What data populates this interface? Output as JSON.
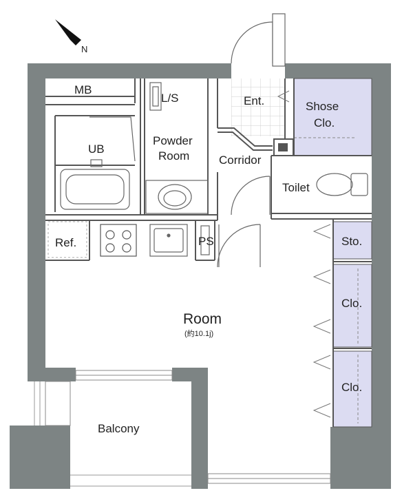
{
  "compass": {
    "label": "N"
  },
  "rooms": {
    "mb": "MB",
    "ls": "L/S",
    "ent": "Ent.",
    "shoes_line1": "Shose",
    "shoes_line2": "Clo.",
    "ub": "UB",
    "powder_line1": "Powder",
    "powder_line2": "Room",
    "corridor": "Corridor",
    "toilet": "Toilet",
    "ref": "Ref.",
    "ps": "PS",
    "sto": "Sto.",
    "clo_upper": "Clo.",
    "clo_lower": "Clo.",
    "room": "Room",
    "room_area": "(約10.1j)",
    "balcony": "Balcony"
  },
  "colors": {
    "wall": "#7d8484",
    "closet": "#dcdcf2",
    "line": "#555555"
  }
}
